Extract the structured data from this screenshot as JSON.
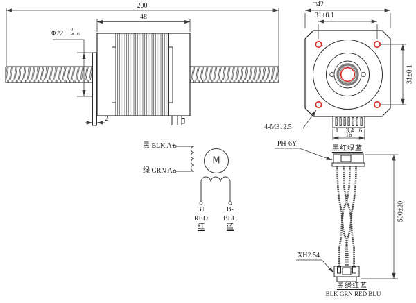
{
  "drawing": {
    "side_view": {
      "dim_total": "200",
      "dim_body": "48",
      "shaft_dia": "Φ22",
      "shaft_tol_upper": "0",
      "shaft_tol_lower": "-0.05",
      "dim_plate_thickness": "2"
    },
    "front_view": {
      "dim_square": "□42",
      "dim_holes_horizontal": "31±0.1",
      "dim_holes_vertical": "31±0.1",
      "mount_holes_note": "4-M3↓2.5",
      "pin_numbers": [
        "1",
        "3",
        "4",
        "6"
      ],
      "dim_connector_width": "16"
    },
    "wiring_diagram": {
      "phase_a_plus": "黑 BLK A+",
      "phase_a_minus": "绿 GRN A-",
      "motor_symbol": "M",
      "b_plus_terminal": "B+",
      "b_plus_color_en": "RED",
      "b_plus_color_cn": "红",
      "b_minus_terminal": "B-",
      "b_minus_color_en": "BLU",
      "b_minus_color_cn": "蓝"
    },
    "cable": {
      "connector_top": "PH-6Y",
      "wire_colors_top": "黑红绿蓝",
      "dim_length": "500±20",
      "connector_bottom": "XH2.54",
      "wire_colors_bottom_cn": "黑绿红蓝",
      "wire_colors_bottom_en": "BLK GRN RED BLU"
    },
    "colors": {
      "line": "#2b2b2b",
      "dim_line": "#3a3a3a",
      "accent_red": "#d92b25",
      "bearing_gray": "#7d7d7d"
    }
  }
}
